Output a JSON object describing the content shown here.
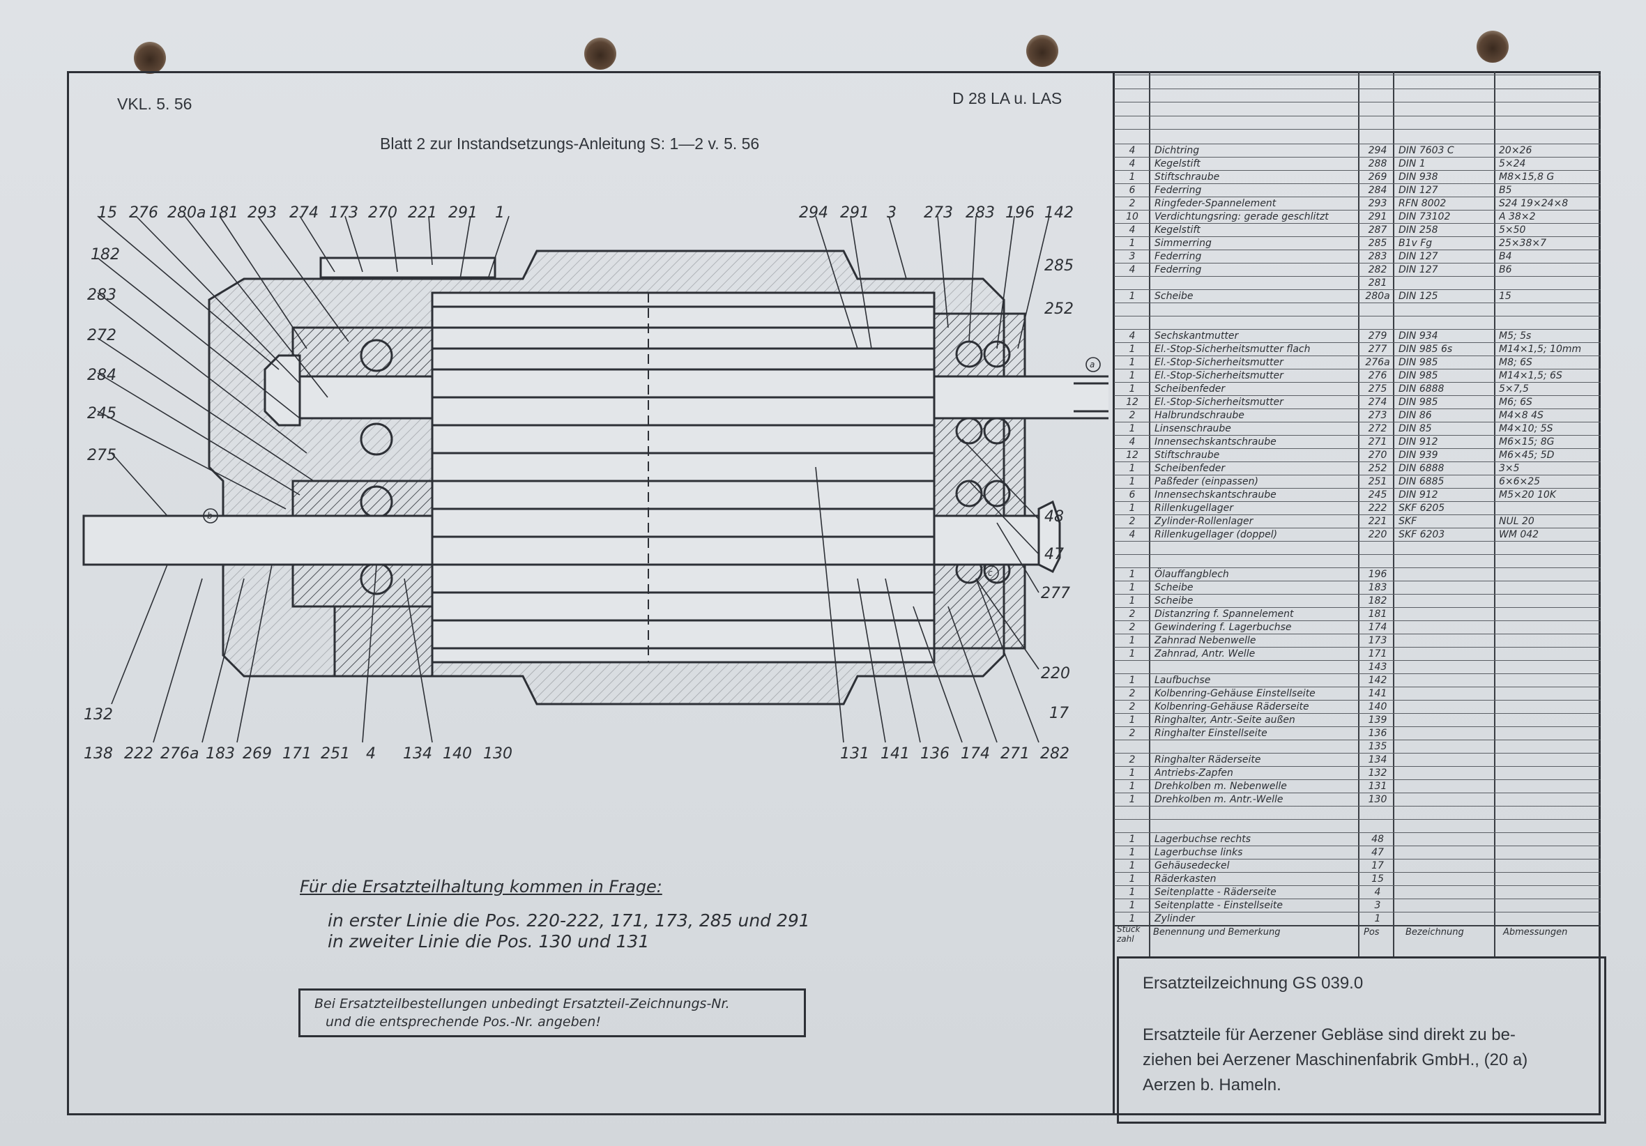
{
  "header": {
    "left": "VKL. 5. 56",
    "right": "D 28 LA u. LAS",
    "subtitle": "Blatt 2 zur Instandsetzungs-Anleitung S: 1—2 v. 5. 56"
  },
  "callouts": {
    "top_left": [
      "15",
      "276",
      "280a",
      "181",
      "293",
      "274",
      "173",
      "270",
      "221",
      "291",
      "1"
    ],
    "top_right": [
      "294",
      "291",
      "3",
      "273",
      "283",
      "196",
      "142",
      "285",
      "252"
    ],
    "left": [
      "182",
      "283",
      "272",
      "284",
      "245",
      "275"
    ],
    "bottom": [
      "132",
      "138",
      "222",
      "276a",
      "183",
      "269",
      "171",
      "251",
      "4",
      "134",
      "140",
      "130",
      "131",
      "141",
      "136",
      "174",
      "271",
      "282"
    ],
    "right": [
      "48",
      "47",
      "277",
      "220",
      "17"
    ],
    "circle_marks": [
      "a",
      "b",
      "c"
    ]
  },
  "notes": {
    "heading": "Für die Ersatzteilhaltung kommen in Frage:",
    "line1": "in erster Linie die Pos. 220-222, 171, 173, 285 und 291",
    "line2": "in zweiter Linie die Pos. 130 und 131",
    "box_line1": "Bei Ersatzteilbestellungen unbedingt Ersatzteil-Zeichnungs-Nr.",
    "box_line2": "und die entsprechende Pos.-Nr. angeben!"
  },
  "table": {
    "columns": [
      "Stück zahl",
      "Benennung und Bemerkung",
      "Pos",
      "Bezeichnung",
      "Abmessungen"
    ],
    "rows": [
      [
        "4",
        "Dichtring",
        "294",
        "DIN 7603 C",
        "20×26"
      ],
      [
        "4",
        "Kegelstift",
        "288",
        "DIN 1",
        "5×24"
      ],
      [
        "1",
        "Stiftschraube",
        "269",
        "DIN 938",
        "M8×15,8 G"
      ],
      [
        "6",
        "Federring",
        "284",
        "DIN 127",
        "B5"
      ],
      [
        "2",
        "Ringfeder-Spannelement",
        "293",
        "RFN 8002",
        "S24 19×24×8"
      ],
      [
        "10",
        "Verdichtungsring: gerade geschlitzt",
        "291",
        "DIN 73102",
        "A 38×2"
      ],
      [
        "4",
        "Kegelstift",
        "287",
        "DIN 258",
        "5×50"
      ],
      [
        "1",
        "Simmerring",
        "285",
        "B1v Fg",
        "25×38×7"
      ],
      [
        "3",
        "Federring",
        "283",
        "DIN 127",
        "B4"
      ],
      [
        "4",
        "Federring",
        "282",
        "DIN 127",
        "B6"
      ],
      [
        "",
        "",
        "281",
        "",
        ""
      ],
      [
        "1",
        "Scheibe",
        "280a",
        "DIN 125",
        "15"
      ],
      [
        "",
        "",
        "",
        "",
        ""
      ],
      [
        "",
        "",
        "",
        "",
        ""
      ],
      [
        "4",
        "Sechskantmutter",
        "279",
        "DIN 934",
        "M5; 5s"
      ],
      [
        "1",
        "El.-Stop-Sicherheitsmutter flach",
        "277",
        "DIN 985 6s",
        "M14×1,5; 10mm"
      ],
      [
        "1",
        "El.-Stop-Sicherheitsmutter",
        "276a",
        "DIN 985",
        "M8; 6S"
      ],
      [
        "1",
        "El.-Stop-Sicherheitsmutter",
        "276",
        "DIN 985",
        "M14×1,5; 6S"
      ],
      [
        "1",
        "Scheibenfeder",
        "275",
        "DIN 6888",
        "5×7,5"
      ],
      [
        "12",
        "El.-Stop-Sicherheitsmutter",
        "274",
        "DIN 985",
        "M6; 6S"
      ],
      [
        "2",
        "Halbrundschraube",
        "273",
        "DIN 86",
        "M4×8 4S"
      ],
      [
        "1",
        "Linsenschraube",
        "272",
        "DIN 85",
        "M4×10; 5S"
      ],
      [
        "4",
        "Innensechskantschraube",
        "271",
        "DIN 912",
        "M6×15; 8G"
      ],
      [
        "12",
        "Stiftschraube",
        "270",
        "DIN 939",
        "M6×45; 5D"
      ],
      [
        "1",
        "Scheibenfeder",
        "252",
        "DIN 6888",
        "3×5"
      ],
      [
        "1",
        "Paßfeder (einpassen)",
        "251",
        "DIN 6885",
        "6×6×25"
      ],
      [
        "6",
        "Innensechskantschraube",
        "245",
        "DIN 912",
        "M5×20 10K"
      ],
      [
        "1",
        "Rillenkugellager",
        "222",
        "SKF 6205",
        ""
      ],
      [
        "2",
        "Zylinder-Rollenlager",
        "221",
        "SKF",
        "NUL 20"
      ],
      [
        "4",
        "Rillenkugellager (doppel)",
        "220",
        "SKF 6203",
        "WM 042"
      ],
      [
        "",
        "",
        "",
        "",
        ""
      ],
      [
        "",
        "",
        "",
        "",
        ""
      ],
      [
        "1",
        "Ölauffangblech",
        "196",
        "",
        ""
      ],
      [
        "1",
        "Scheibe",
        "183",
        "",
        ""
      ],
      [
        "1",
        "Scheibe",
        "182",
        "",
        ""
      ],
      [
        "2",
        "Distanzring f. Spannelement",
        "181",
        "",
        ""
      ],
      [
        "2",
        "Gewindering f. Lagerbuchse",
        "174",
        "",
        ""
      ],
      [
        "1",
        "Zahnrad Nebenwelle",
        "173",
        "",
        ""
      ],
      [
        "1",
        "Zahnrad, Antr. Welle",
        "171",
        "",
        ""
      ],
      [
        "",
        "",
        "143",
        "",
        ""
      ],
      [
        "1",
        "Laufbuchse",
        "142",
        "",
        ""
      ],
      [
        "2",
        "Kolbenring-Gehäuse Einstellseite",
        "141",
        "",
        ""
      ],
      [
        "2",
        "Kolbenring-Gehäuse Räderseite",
        "140",
        "",
        ""
      ],
      [
        "1",
        "Ringhalter, Antr.-Seite außen",
        "139",
        "",
        ""
      ],
      [
        "2",
        "Ringhalter Einstellseite",
        "136",
        "",
        ""
      ],
      [
        "",
        "",
        "135",
        "",
        ""
      ],
      [
        "2",
        "Ringhalter Räderseite",
        "134",
        "",
        ""
      ],
      [
        "1",
        "Antriebs-Zapfen",
        "132",
        "",
        ""
      ],
      [
        "1",
        "Drehkolben m. Nebenwelle",
        "131",
        "",
        ""
      ],
      [
        "1",
        "Drehkolben m. Antr.-Welle",
        "130",
        "",
        ""
      ],
      [
        "",
        "",
        "",
        "",
        ""
      ],
      [
        "",
        "",
        "",
        "",
        ""
      ],
      [
        "1",
        "Lagerbuchse rechts",
        "48",
        "",
        ""
      ],
      [
        "1",
        "Lagerbuchse links",
        "47",
        "",
        ""
      ],
      [
        "1",
        "Gehäusedeckel",
        "17",
        "",
        ""
      ],
      [
        "1",
        "Räderkasten",
        "15",
        "",
        ""
      ],
      [
        "1",
        "Seitenplatte - Räderseite",
        "4",
        "",
        ""
      ],
      [
        "1",
        "Seitenplatte - Einstellseite",
        "3",
        "",
        ""
      ],
      [
        "1",
        "Zylinder",
        "1",
        "",
        ""
      ]
    ]
  },
  "infobox": {
    "drawing_no": "Ersatzteilzeichnung GS 039.0",
    "line1": "Ersatzteile für Aerzener Gebläse sind direkt zu be-",
    "line2": "ziehen bei Aerzener Maschinenfabrik GmbH., (20 a)",
    "line3": "Aerzen b. Hameln."
  }
}
